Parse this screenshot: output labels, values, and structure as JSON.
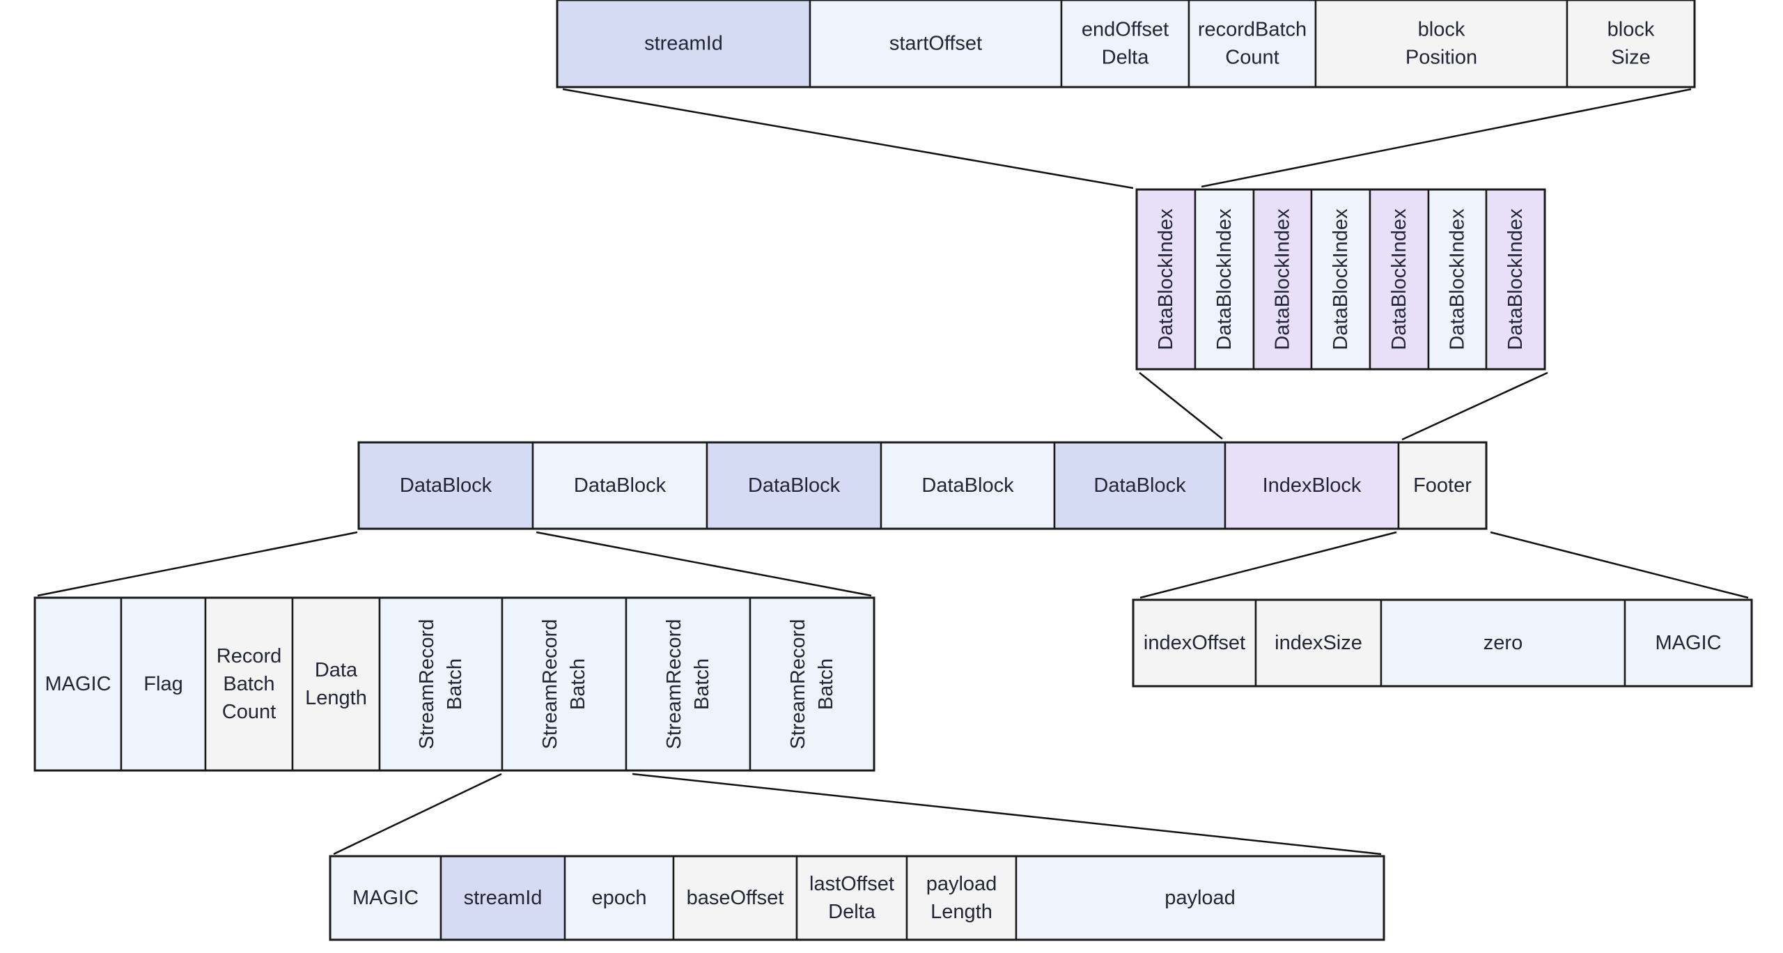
{
  "palette": {
    "periwinkle": "#D5DBF2",
    "light_blue": "#EEF3FC",
    "gray": "#F4F4F4",
    "lavender": "#E8E0F8",
    "text": "#222535",
    "stroke": "#1A1A1A"
  },
  "data_block_index": {
    "title": "DataBlockIndex fields",
    "fields": [
      {
        "label": [
          "streamId"
        ],
        "fill": "periwinkle"
      },
      {
        "label": [
          "startOffset"
        ],
        "fill": "light_blue"
      },
      {
        "label": [
          "endOffset",
          "Delta"
        ],
        "fill": "light_blue"
      },
      {
        "label": [
          "recordBatch",
          "Count"
        ],
        "fill": "light_blue"
      },
      {
        "label": [
          "block",
          "Position"
        ],
        "fill": "gray"
      },
      {
        "label": [
          "block",
          "Size"
        ],
        "fill": "gray"
      }
    ]
  },
  "index_block": {
    "title": "IndexBlock contents",
    "entries": [
      {
        "label": [
          "DataBlockIndex"
        ],
        "fill": "lavender"
      },
      {
        "label": [
          "DataBlockIndex"
        ],
        "fill": "light_blue"
      },
      {
        "label": [
          "DataBlockIndex"
        ],
        "fill": "lavender"
      },
      {
        "label": [
          "DataBlockIndex"
        ],
        "fill": "light_blue"
      },
      {
        "label": [
          "DataBlockIndex"
        ],
        "fill": "lavender"
      },
      {
        "label": [
          "DataBlockIndex"
        ],
        "fill": "light_blue"
      },
      {
        "label": [
          "DataBlockIndex"
        ],
        "fill": "lavender"
      }
    ]
  },
  "object_layout": {
    "title": "Object layout",
    "segments": [
      {
        "label": [
          "DataBlock"
        ],
        "fill": "periwinkle"
      },
      {
        "label": [
          "DataBlock"
        ],
        "fill": "light_blue"
      },
      {
        "label": [
          "DataBlock"
        ],
        "fill": "periwinkle"
      },
      {
        "label": [
          "DataBlock"
        ],
        "fill": "light_blue"
      },
      {
        "label": [
          "DataBlock"
        ],
        "fill": "periwinkle"
      },
      {
        "label": [
          "IndexBlock"
        ],
        "fill": "lavender"
      },
      {
        "label": [
          "Footer"
        ],
        "fill": "gray"
      }
    ]
  },
  "data_block": {
    "title": "DataBlock contents",
    "fields": [
      {
        "label": [
          "MAGIC"
        ],
        "fill": "light_blue"
      },
      {
        "label": [
          "Flag"
        ],
        "fill": "light_blue"
      },
      {
        "label": [
          "Record",
          "Batch",
          "Count"
        ],
        "fill": "gray"
      },
      {
        "label": [
          "Data",
          "Length"
        ],
        "fill": "gray"
      },
      {
        "label": [
          "StreamRecord",
          "Batch"
        ],
        "fill": "light_blue",
        "vertical": true
      },
      {
        "label": [
          "StreamRecord",
          "Batch"
        ],
        "fill": "light_blue",
        "vertical": true
      },
      {
        "label": [
          "StreamRecord",
          "Batch"
        ],
        "fill": "light_blue",
        "vertical": true
      },
      {
        "label": [
          "StreamRecord",
          "Batch"
        ],
        "fill": "light_blue",
        "vertical": true
      }
    ]
  },
  "footer": {
    "title": "Footer fields",
    "fields": [
      {
        "label": [
          "indexOffset"
        ],
        "fill": "gray"
      },
      {
        "label": [
          "indexSize"
        ],
        "fill": "gray"
      },
      {
        "label": [
          "zero"
        ],
        "fill": "light_blue"
      },
      {
        "label": [
          "MAGIC"
        ],
        "fill": "light_blue"
      }
    ]
  },
  "stream_record_batch": {
    "title": "StreamRecordBatch fields",
    "fields": [
      {
        "label": [
          "MAGIC"
        ],
        "fill": "light_blue"
      },
      {
        "label": [
          "streamId"
        ],
        "fill": "periwinkle"
      },
      {
        "label": [
          "epoch"
        ],
        "fill": "light_blue"
      },
      {
        "label": [
          "baseOffset"
        ],
        "fill": "gray"
      },
      {
        "label": [
          "lastOffset",
          "Delta"
        ],
        "fill": "gray"
      },
      {
        "label": [
          "payload",
          "Length"
        ],
        "fill": "gray"
      },
      {
        "label": [
          "payload"
        ],
        "fill": "light_blue"
      }
    ]
  }
}
